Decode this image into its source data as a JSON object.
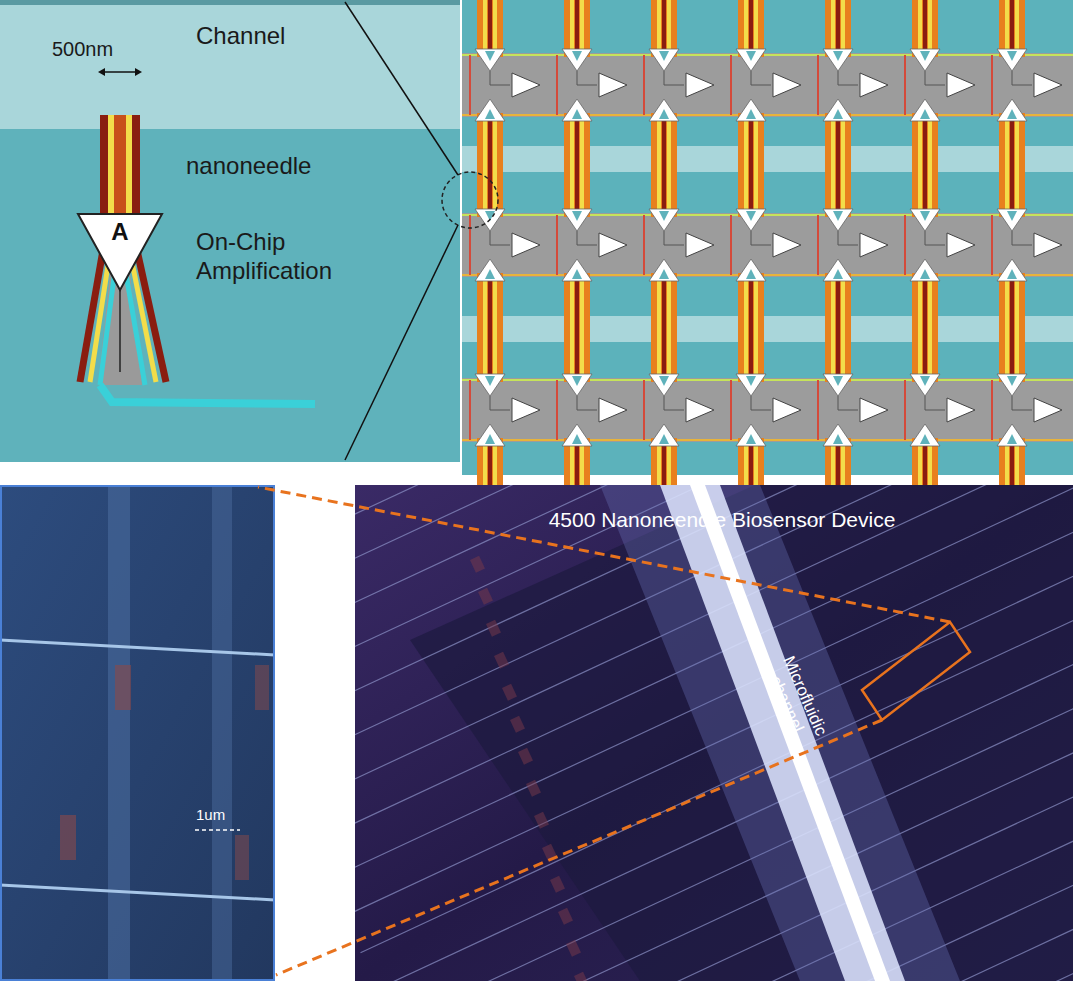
{
  "diagram": {
    "nodes": [
      {
        "text": [
          "A"
        ]
      }
    ],
    "labels": [
      "Channel",
      "500nm",
      "nanoneedle",
      "On-Chip Amplification",
      "1um",
      "4500 Nanoneendle Biosensor Device",
      "Microfluidic channel"
    ]
  }
}
